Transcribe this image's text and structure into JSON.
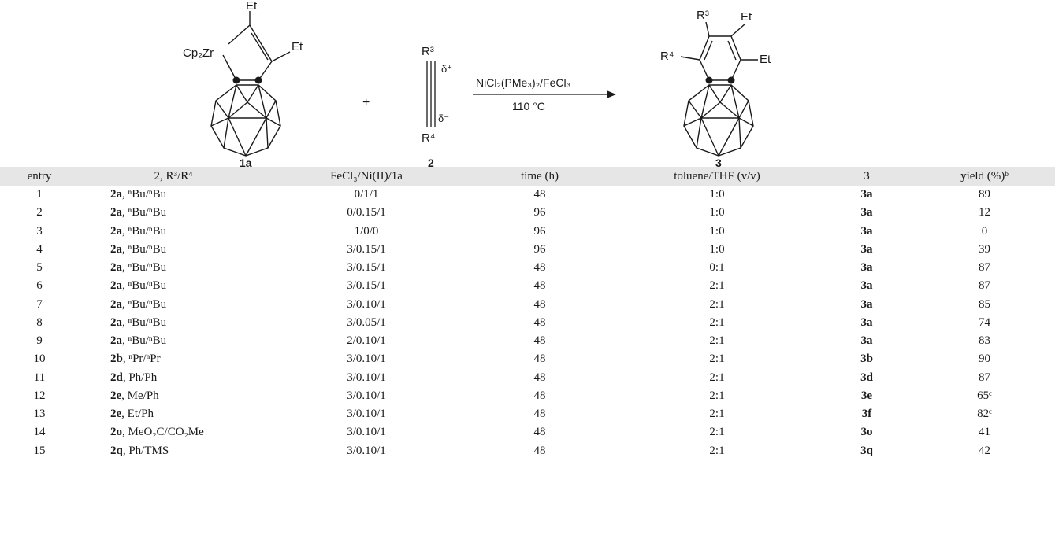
{
  "scheme": {
    "reactant1_metal": "Cp₂Zr",
    "reactant1_sub1": "Et",
    "reactant1_sub2": "Et",
    "reactant1_label": "1a",
    "plus": "+",
    "reactant2_top": "R³",
    "reactant2_bottom": "R⁴",
    "delta_plus": "δ⁺",
    "delta_minus": "δ⁻",
    "reactant2_label": "2",
    "catalyst": "NiCl₂(PMe₃)₂/FeCl₃",
    "temperature": "110 °C",
    "product_r3": "R³",
    "product_r4": "R⁴",
    "product_et1": "Et",
    "product_et2": "Et",
    "product_label": "3"
  },
  "table": {
    "headers": [
      "entry",
      "2, R³/R⁴",
      "FeCl₃/Ni(II)/1a",
      "time (h)",
      "toluene/THF (v/v)",
      "3",
      "yield (%)ᵇ"
    ],
    "rows": [
      {
        "entry": "1",
        "alk": "2a",
        "sub": "ⁿBu/ⁿBu",
        "ratio": "0/1/1",
        "time": "48",
        "solvent": "1:0",
        "prod": "3a",
        "yield": "89"
      },
      {
        "entry": "2",
        "alk": "2a",
        "sub": "ⁿBu/ⁿBu",
        "ratio": "0/0.15/1",
        "time": "96",
        "solvent": "1:0",
        "prod": "3a",
        "yield": "12"
      },
      {
        "entry": "3",
        "alk": "2a",
        "sub": "ⁿBu/ⁿBu",
        "ratio": "1/0/0",
        "time": "96",
        "solvent": "1:0",
        "prod": "3a",
        "yield": "0"
      },
      {
        "entry": "4",
        "alk": "2a",
        "sub": "ⁿBu/ⁿBu",
        "ratio": "3/0.15/1",
        "time": "96",
        "solvent": "1:0",
        "prod": "3a",
        "yield": "39"
      },
      {
        "entry": "5",
        "alk": "2a",
        "sub": "ⁿBu/ⁿBu",
        "ratio": "3/0.15/1",
        "time": "48",
        "solvent": "0:1",
        "prod": "3a",
        "yield": "87"
      },
      {
        "entry": "6",
        "alk": "2a",
        "sub": "ⁿBu/ⁿBu",
        "ratio": "3/0.15/1",
        "time": "48",
        "solvent": "2:1",
        "prod": "3a",
        "yield": "87"
      },
      {
        "entry": "7",
        "alk": "2a",
        "sub": "ⁿBu/ⁿBu",
        "ratio": "3/0.10/1",
        "time": "48",
        "solvent": "2:1",
        "prod": "3a",
        "yield": "85"
      },
      {
        "entry": "8",
        "alk": "2a",
        "sub": "ⁿBu/ⁿBu",
        "ratio": "3/0.05/1",
        "time": "48",
        "solvent": "2:1",
        "prod": "3a",
        "yield": "74"
      },
      {
        "entry": "9",
        "alk": "2a",
        "sub": "ⁿBu/ⁿBu",
        "ratio": "2/0.10/1",
        "time": "48",
        "solvent": "2:1",
        "prod": "3a",
        "yield": "83"
      },
      {
        "entry": "10",
        "alk": "2b",
        "sub": "ⁿPr/ⁿPr",
        "ratio": "3/0.10/1",
        "time": "48",
        "solvent": "2:1",
        "prod": "3b",
        "yield": "90"
      },
      {
        "entry": "11",
        "alk": "2d",
        "sub": "Ph/Ph",
        "ratio": "3/0.10/1",
        "time": "48",
        "solvent": "2:1",
        "prod": "3d",
        "yield": "87"
      },
      {
        "entry": "12",
        "alk": "2e",
        "sub": "Me/Ph",
        "ratio": "3/0.10/1",
        "time": "48",
        "solvent": "2:1",
        "prod": "3e",
        "yield": "65ᶜ"
      },
      {
        "entry": "13",
        "alk": "2e",
        "sub": "Et/Ph",
        "ratio": "3/0.10/1",
        "time": "48",
        "solvent": "2:1",
        "prod": "3f",
        "yield": "82ᶜ"
      },
      {
        "entry": "14",
        "alk": "2o",
        "sub": "MeO₂C/CO₂Me",
        "ratio": "3/0.10/1",
        "time": "48",
        "solvent": "2:1",
        "prod": "3o",
        "yield": "41"
      },
      {
        "entry": "15",
        "alk": "2q",
        "sub": "Ph/TMS",
        "ratio": "3/0.10/1",
        "time": "48",
        "solvent": "2:1",
        "prod": "3q",
        "yield": "42"
      }
    ]
  }
}
